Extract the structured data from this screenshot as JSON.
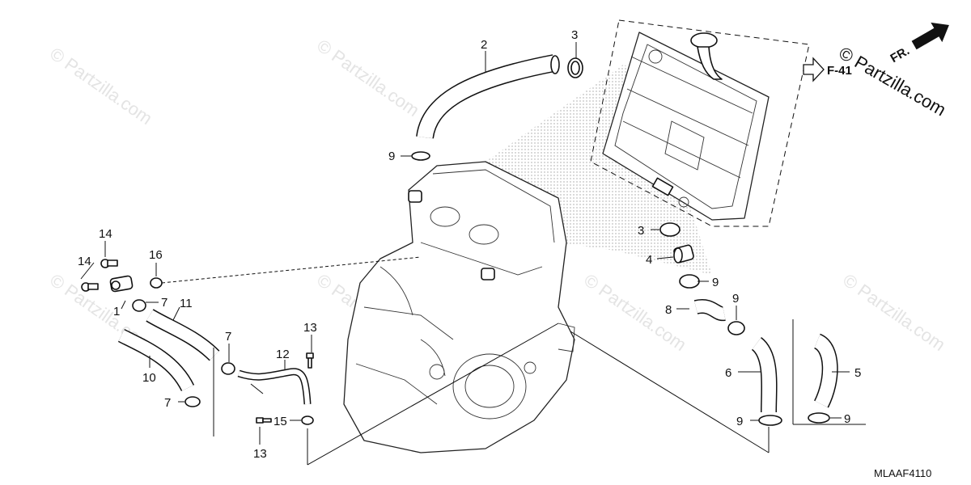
{
  "diagram_code": "MLAAF4110",
  "reference": "F-41",
  "front_label": "FR.",
  "watermark": "© Partzilla.com",
  "watermark_large": "© Partzilla.com",
  "callouts": {
    "c1": "1",
    "c2": "2",
    "c3a": "3",
    "c3b": "3",
    "c4": "4",
    "c5": "5",
    "c6": "6",
    "c7a": "7",
    "c7b": "7",
    "c7c": "7",
    "c8": "8",
    "c9a": "9",
    "c9b": "9",
    "c9c": "9",
    "c9d": "9",
    "c9e": "9",
    "c10": "10",
    "c11": "11",
    "c12": "12",
    "c13a": "13",
    "c13b": "13",
    "c14a": "14",
    "c14b": "14",
    "c15": "15",
    "c16": "16"
  }
}
